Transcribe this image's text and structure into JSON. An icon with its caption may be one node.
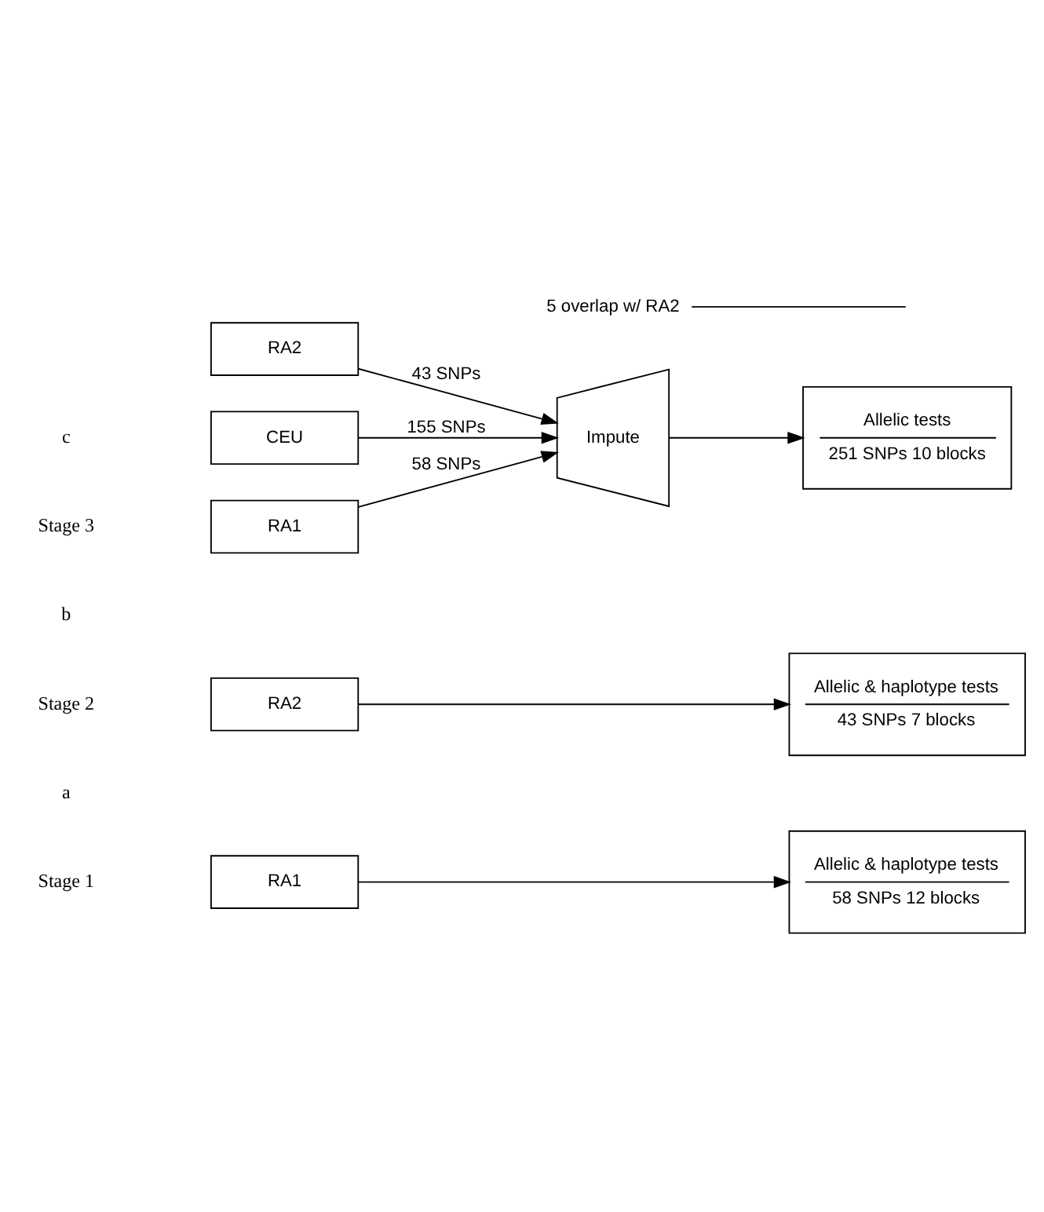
{
  "diagram": {
    "nodes": [
      {
        "text": [
          "RA1"
        ]
      },
      {
        "text": [
          "Allelic & haplotype tests",
          "58 SNPs 12 blocks"
        ]
      },
      {
        "text": [
          "RA2"
        ]
      },
      {
        "text": [
          "Allelic & haplotype tests",
          "43 SNPs 7 blocks"
        ]
      },
      {
        "text": [
          "RA1"
        ]
      },
      {
        "text": [
          "RA2"
        ]
      },
      {
        "text": [
          "CEU"
        ]
      },
      {
        "text": [
          "Impute"
        ]
      },
      {
        "text": [
          "Allelic tests",
          "251 SNPs 10 blocks"
        ]
      },
      {
        "text": [
          "5 overlap w/ RA2"
        ]
      }
    ],
    "edges": [
      {
        "from": 0,
        "to": 1,
        "arrow": "to"
      },
      {
        "from": 2,
        "to": 3,
        "arrow": "to"
      },
      {
        "from": 4,
        "to": 7,
        "arrow": "to",
        "label": "58 SNPs"
      },
      {
        "from": 5,
        "to": 7,
        "arrow": "to",
        "label": "43 SNPs"
      },
      {
        "from": 6,
        "to": 7,
        "arrow": "to",
        "label": "155 SNPs"
      },
      {
        "from": 7,
        "to": 8,
        "arrow": "to"
      },
      {
        "from": 9,
        "to": null,
        "arrow": "none"
      }
    ],
    "labels": [
      "a",
      "Stage 1",
      "b",
      "Stage 2",
      "c",
      "Stage 3"
    ]
  }
}
